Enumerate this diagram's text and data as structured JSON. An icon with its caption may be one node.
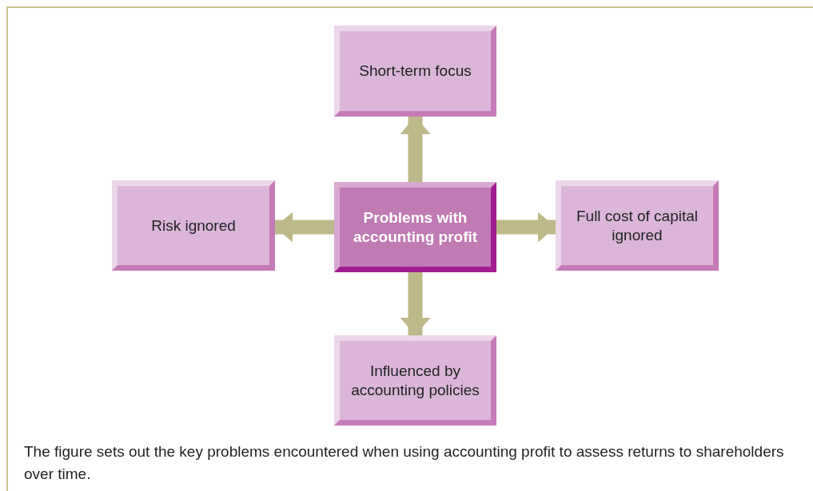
{
  "diagram": {
    "nodes": [
      {
        "text": [
          "Short-term focus"
        ]
      },
      {
        "text": [
          "Risk ignored"
        ]
      },
      {
        "text": [
          "Problems with accounting profit"
        ]
      },
      {
        "text": [
          "Full cost of capital ignored"
        ]
      },
      {
        "text": [
          "Influenced by accounting policies"
        ]
      }
    ],
    "edges": [
      {
        "from": 2,
        "to": 0,
        "arrow": "to"
      },
      {
        "from": 2,
        "to": 1,
        "arrow": "to"
      },
      {
        "from": 2,
        "to": 3,
        "arrow": "to"
      },
      {
        "from": 2,
        "to": 4,
        "arrow": "to"
      }
    ],
    "caption": "The figure sets out the key problems encountered when using accounting profit to assess returns to shareholders over time."
  }
}
